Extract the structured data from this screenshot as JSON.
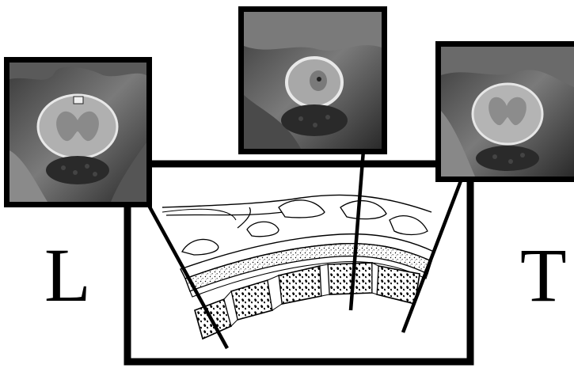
{
  "labels": {
    "left": "L",
    "right": "T"
  },
  "panels": [
    {
      "id": "mri-left",
      "description_icon": "axial-mri-icon"
    },
    {
      "id": "mri-center",
      "description_icon": "axial-mri-icon"
    },
    {
      "id": "mri-right",
      "description_icon": "axial-mri-icon"
    }
  ],
  "colors": {
    "frame": "#000000",
    "background": "#ffffff",
    "tissue_dark": "#1a1a1a",
    "tissue_mid": "#6b6b6b",
    "cord_light": "#c8c8c8"
  }
}
